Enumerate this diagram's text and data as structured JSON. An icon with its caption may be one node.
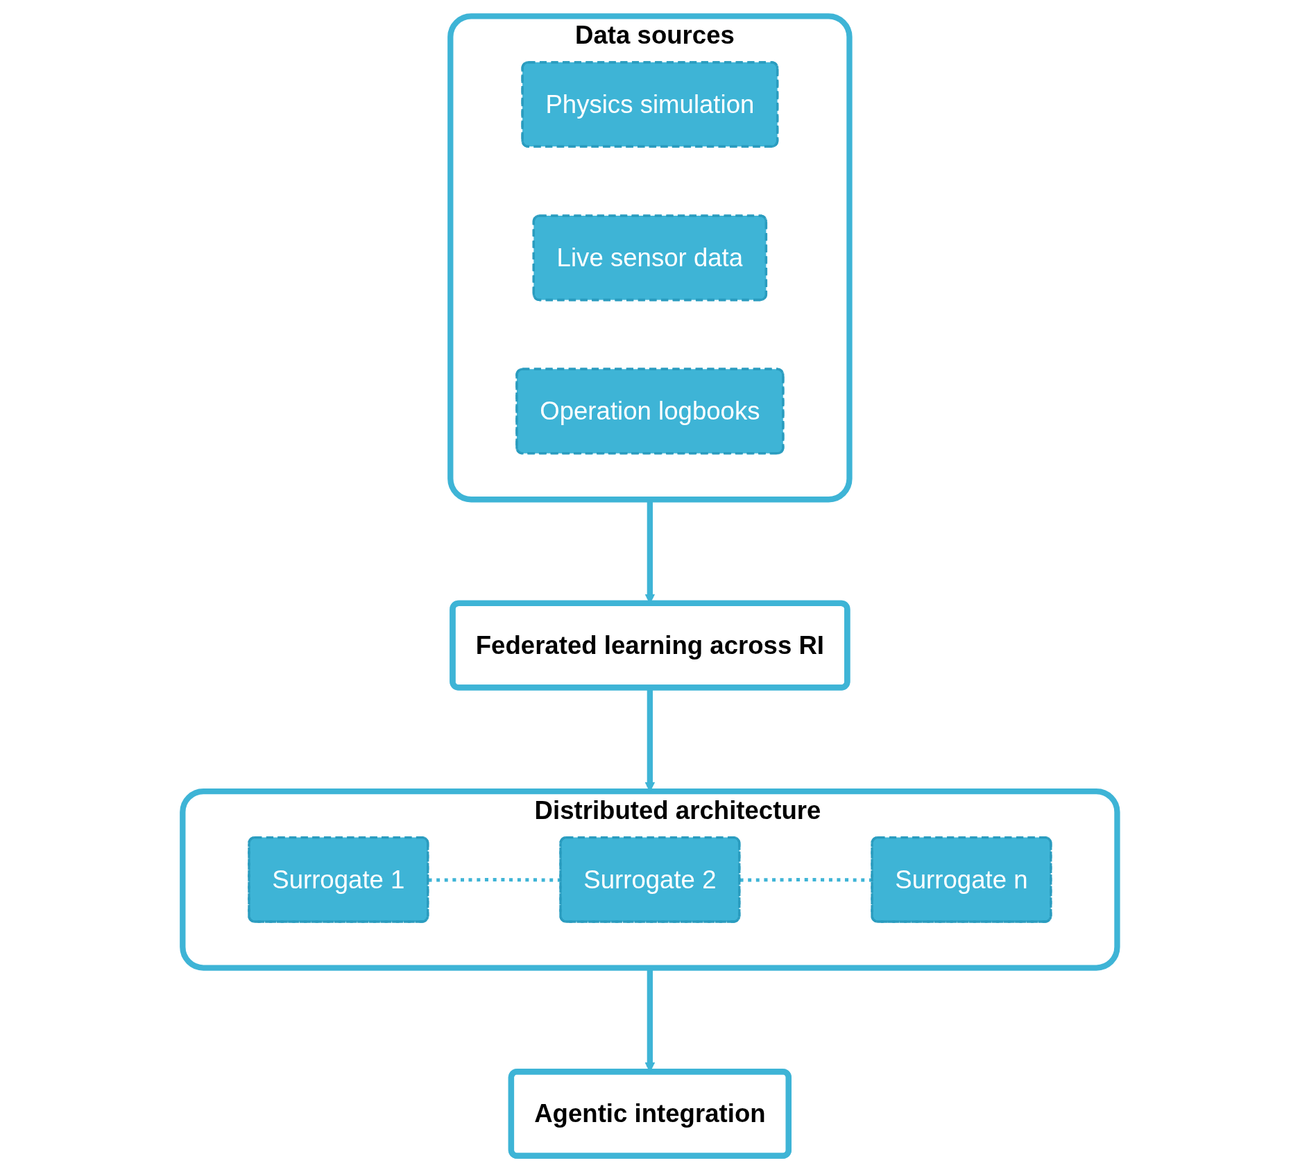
{
  "diagram": {
    "nodes": [
      {
        "text": [
          "Data sources"
        ]
      },
      {
        "text": [
          "Physics simulation"
        ],
        "in": 0
      },
      {
        "text": [
          "Live sensor data"
        ],
        "in": 0
      },
      {
        "text": [
          "Operation logbooks"
        ],
        "in": 0
      },
      {
        "text": [
          "Federated learning across RI"
        ]
      },
      {
        "text": [
          "Distributed architecture"
        ]
      },
      {
        "text": [
          "Surrogate 1"
        ],
        "in": 5
      },
      {
        "text": [
          "Surrogate 2"
        ],
        "in": 5
      },
      {
        "text": [
          "Surrogate n"
        ],
        "in": 5
      },
      {
        "text": [
          "Agentic integration"
        ]
      }
    ],
    "edges": [
      {
        "from": 0,
        "to": 4,
        "arrow": "to"
      },
      {
        "from": 4,
        "to": 5,
        "arrow": "to"
      },
      {
        "from": 6,
        "to": 7,
        "arrow": "none",
        "style": "dashed"
      },
      {
        "from": 7,
        "to": 8,
        "arrow": "none",
        "style": "dashed"
      },
      {
        "from": 5,
        "to": 9,
        "arrow": "to"
      }
    ]
  }
}
